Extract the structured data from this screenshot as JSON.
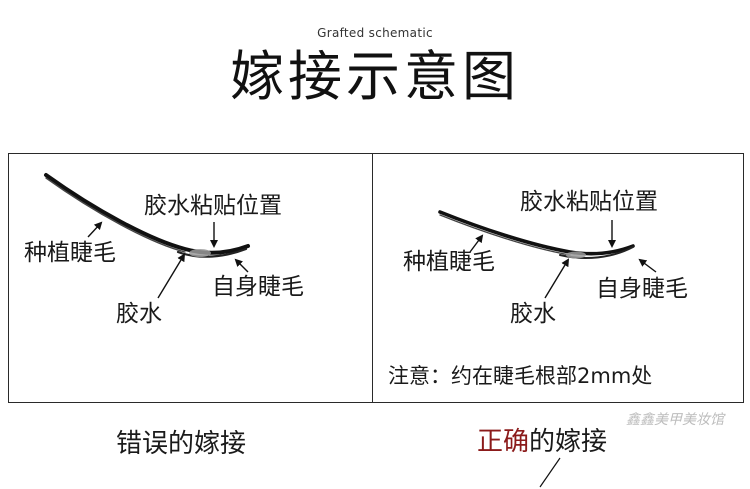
{
  "header": {
    "subtitle": "Grafted schematic",
    "title": "嫁接示意图"
  },
  "left_panel": {
    "label_adhesive_position": "胶水粘贴位置",
    "label_extension_lash": "种植睫毛",
    "label_natural_lash": "自身睫毛",
    "label_glue": "胶水"
  },
  "right_panel": {
    "label_adhesive_position": "胶水粘贴位置",
    "label_extension_lash": "种植睫毛",
    "label_natural_lash": "自身睫毛",
    "label_glue": "胶水",
    "note": "注意：约在睫毛根部2mm处"
  },
  "captions": {
    "wrong_text": "错误的嫁接",
    "right_highlight": "正确",
    "right_rest": "的嫁接"
  },
  "watermark": "鑫鑫美甲美妆馆",
  "colors": {
    "text": "#1a1a1a",
    "highlight": "#8b1a1a",
    "frame": "#2a2a2a"
  }
}
